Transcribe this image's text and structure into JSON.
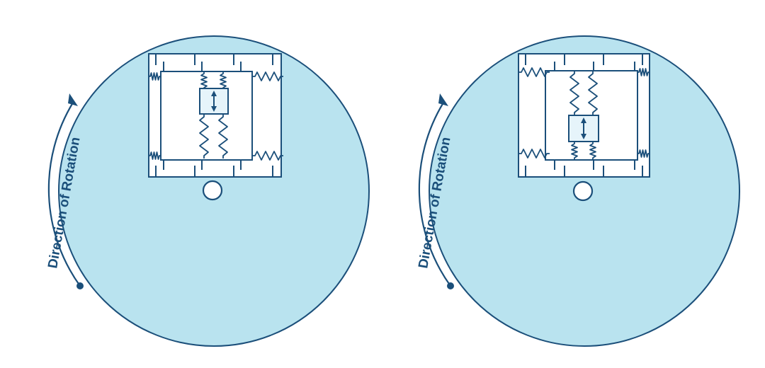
{
  "figure": {
    "description": "Two rotating discs each carrying a spring-suspended proof-mass sensor; mass displaced toward center (left) vs. toward rim (right)",
    "colors": {
      "disc_fill": "#b9e3ef",
      "stroke": "#1b4f7a",
      "mass_fill": "#e6f4fa",
      "frame_fill": "#ffffff"
    },
    "panels": [
      {
        "id": "left",
        "rotation_label": "Direction of Rotation",
        "mass_position": "top",
        "icons": [
          "disc",
          "spring-mass-sensor",
          "center-hole",
          "rotation-arrow",
          "double-arrow"
        ]
      },
      {
        "id": "right",
        "rotation_label": "Direction of Rotation",
        "mass_position": "bottom",
        "icons": [
          "disc",
          "spring-mass-sensor",
          "center-hole",
          "rotation-arrow",
          "double-arrow"
        ]
      }
    ]
  }
}
